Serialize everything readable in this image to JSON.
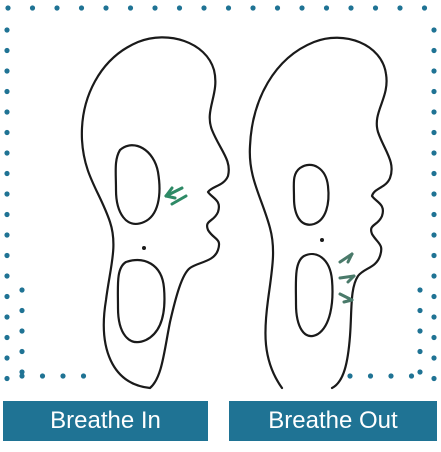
{
  "colors": {
    "dot": "#1f7394",
    "label_background": "#1f7394",
    "label_text": "#ffffff",
    "outline": "#1a1a1a",
    "arrow_in": "#2e8a66",
    "arrow_out": "#4a7a6a"
  },
  "panels": {
    "breathe_in": {
      "label": "Breathe In",
      "illustration": "person-outline-breathe-in",
      "arrow_icon": "inhale-arrows-icon"
    },
    "breathe_out": {
      "label": "Breathe Out",
      "illustration": "person-outline-breathe-out",
      "arrow_icon": "exhale-arrows-icon"
    }
  }
}
